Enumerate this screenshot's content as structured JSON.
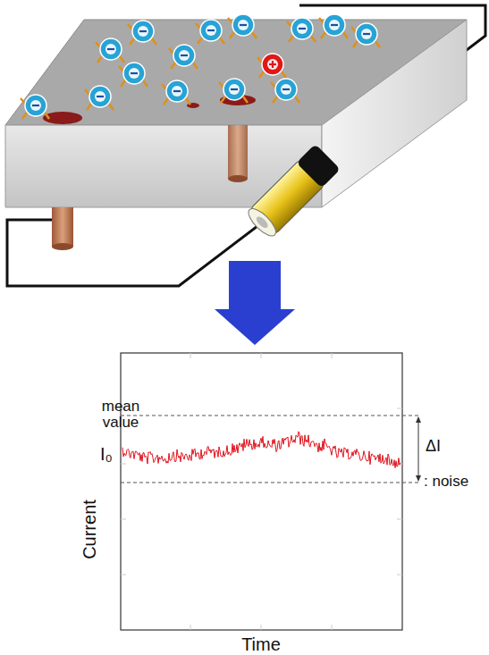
{
  "diagram": {
    "labels": [
      "mean value",
      "I₀",
      "ΔI",
      ": noise",
      "Current",
      "Time"
    ]
  }
}
